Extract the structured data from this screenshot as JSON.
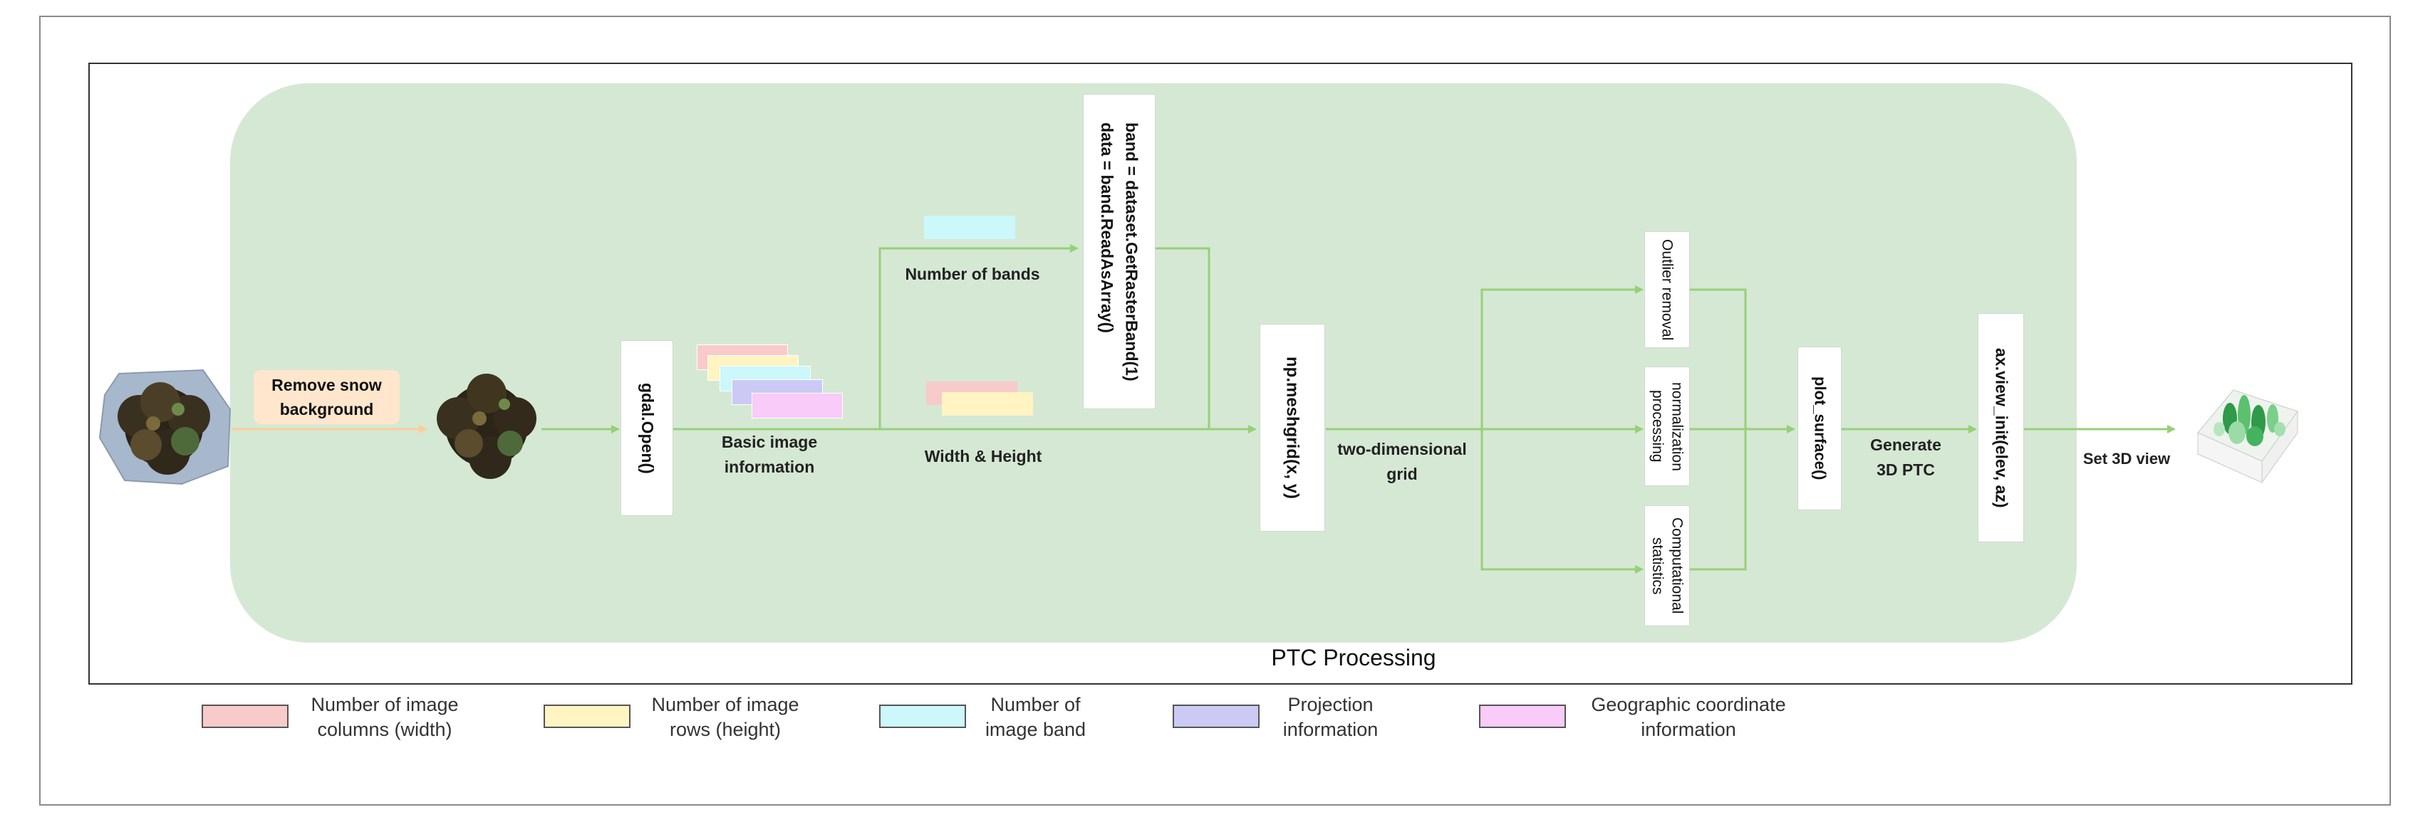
{
  "diagram": {
    "panel_title": "PTC Processing",
    "remove_snow": "Remove snow background",
    "gdal_open": "gdal.Open()",
    "basic_info": "Basic image information",
    "num_bands": "Number of bands",
    "width_height": "Width & Height",
    "band_line1": "band = dataset.GetRasterBand(1)",
    "band_line2": "data = band.ReadAsArray()",
    "meshgrid": "np.meshgrid(x, y)",
    "two_dim": "two-dimensional grid",
    "outlier": "Outlier removal",
    "normalization": "normalization processing",
    "computational": "Computational statistics",
    "plot_surface": "plot_surface()",
    "generate": "Generate 3D PTC",
    "view_init": "ax.view_init(elev, az)",
    "set_view": "Set 3D view"
  },
  "legend": [
    {
      "label": "Number of image columns (width)",
      "color": "#f9caca"
    },
    {
      "label": "Number of image rows (height)",
      "color": "#fff4c2"
    },
    {
      "label": "Number of image band",
      "color": "#ccf7fb"
    },
    {
      "label": "Projection information",
      "color": "#cbcaf5"
    },
    {
      "label": "Geographic coordinate information",
      "color": "#f8cbf8"
    }
  ],
  "colors": {
    "panel": "#d5e8d4",
    "arrow": "#97d077",
    "snow_box": "#ffe6cc",
    "input_blob": "#a7b7cc"
  }
}
